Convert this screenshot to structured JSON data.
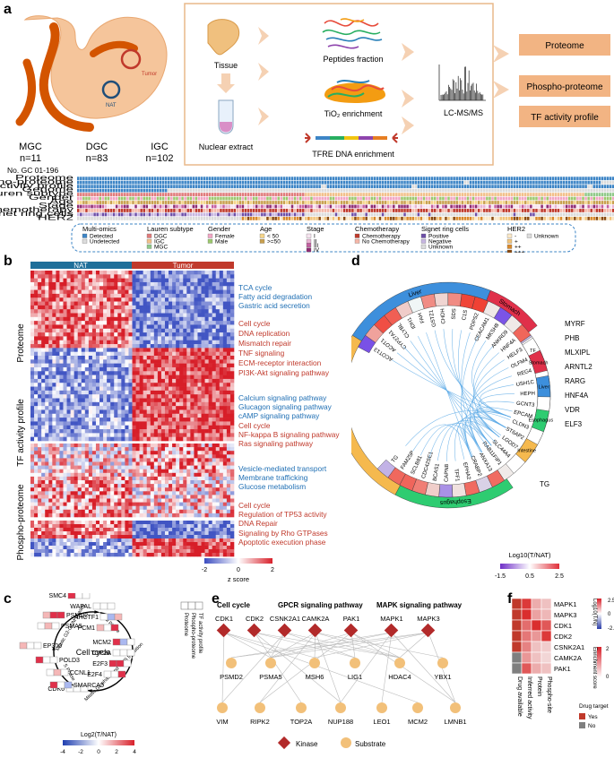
{
  "panel_labels": [
    "a",
    "b",
    "c",
    "d",
    "e",
    "f"
  ],
  "a": {
    "cohort": [
      {
        "label": "MGC",
        "n": "n=11"
      },
      {
        "label": "DGC",
        "n": "n=83"
      },
      {
        "label": "IGC",
        "n": "n=102"
      }
    ],
    "stomach_labels": {
      "tumor": "Tumor",
      "nat": "NAT"
    },
    "workflow": {
      "tissue": "Tissue",
      "nuclear": "Nuclear extract",
      "peptides": "Peptides fraction",
      "tio2": "TiO₂ enrichment",
      "tfre": "TFRE DNA enrichment",
      "lcms": "LC-MS/MS"
    },
    "outputs": [
      "Proteome",
      "Phospho-proteome",
      "TF activity profile"
    ],
    "cohort_header": "No. GC 01-196",
    "track_names": [
      "Proteome",
      "Phospho-proteome",
      "TF activity profile",
      "Genome",
      "Lauren subtype",
      "Gender",
      "Age",
      "Stage",
      "Chemotherapy",
      "Signet ring cells",
      "HER2"
    ],
    "legend": {
      "multiomics": {
        "title": "Multi-omics",
        "items": [
          {
            "label": "Detected",
            "color": "#3d85c6"
          },
          {
            "label": "Undetected",
            "color": "#dcdcdc"
          }
        ]
      },
      "lauren": {
        "title": "Lauren subtype",
        "items": [
          {
            "label": "DGC",
            "color": "#e07b7b"
          },
          {
            "label": "IGC",
            "color": "#f2c08a"
          },
          {
            "label": "MGC",
            "color": "#90c98a"
          }
        ]
      },
      "gender": {
        "title": "Gender",
        "items": [
          {
            "label": "Female",
            "color": "#f2a6c4"
          },
          {
            "label": "Male",
            "color": "#9cc86e"
          }
        ]
      },
      "age": {
        "title": "Age",
        "items": [
          {
            "label": "< 50",
            "color": "#f5d58a"
          },
          {
            "label": ">=50",
            "color": "#c9a04e"
          }
        ]
      },
      "stage": {
        "title": "Stage",
        "items": [
          {
            "label": "I",
            "color": "#f6e3ef"
          },
          {
            "label": "II",
            "color": "#e8b3d3"
          },
          {
            "label": "III",
            "color": "#c45ea0"
          },
          {
            "label": "IV",
            "color": "#8e2a73"
          }
        ]
      },
      "chemo": {
        "title": "Chemotherapy",
        "items": [
          {
            "label": "Chemotherapy",
            "color": "#c0392b"
          },
          {
            "label": "No Chemotherapy",
            "color": "#f5b7a8"
          }
        ]
      },
      "signet": {
        "title": "Signet ring cells",
        "items": [
          {
            "label": "Positive",
            "color": "#6d4fa8"
          },
          {
            "label": "Negative",
            "color": "#c7b6e0"
          },
          {
            "label": "Unknown",
            "color": "#dcdcdc"
          }
        ]
      },
      "her2": {
        "title": "HER2",
        "items": [
          {
            "label": "-",
            "color": "#fbe8c6"
          },
          {
            "label": "+",
            "color": "#f2c47a"
          },
          {
            "label": "++",
            "color": "#d9892b"
          },
          {
            "label": "+++",
            "color": "#8a4b10"
          },
          {
            "label": "Unknown",
            "color": "#dcdcdc"
          }
        ]
      }
    }
  },
  "b": {
    "groups": {
      "nat": "NAT",
      "tumor": "Tumor"
    },
    "row_labels": [
      "Proteome",
      "TF activity profile",
      "Phospho-proteome"
    ],
    "pathways": [
      {
        "text": "TCA cycle",
        "color": "#1f6fb4"
      },
      {
        "text": "Fatty acid degradation",
        "color": "#1f6fb4"
      },
      {
        "text": "Gastric acid secretion",
        "color": "#1f6fb4"
      },
      {
        "text": "Cell cycle",
        "color": "#c0392b"
      },
      {
        "text": "DNA replication",
        "color": "#c0392b"
      },
      {
        "text": "Mismatch repair",
        "color": "#c0392b"
      },
      {
        "text": "TNF signaling",
        "color": "#c0392b"
      },
      {
        "text": "ECM-receptor interaction",
        "color": "#c0392b"
      },
      {
        "text": "PI3K-Akt signaling pathway",
        "color": "#c0392b"
      },
      {
        "text": "Calcium signaling pathway",
        "color": "#1f6fb4"
      },
      {
        "text": "Glucagon signaling pathway",
        "color": "#1f6fb4"
      },
      {
        "text": "cAMP signaling pathway",
        "color": "#1f6fb4"
      },
      {
        "text": "Cell cycle",
        "color": "#c0392b"
      },
      {
        "text": "NF-kappa B signaling pathway",
        "color": "#c0392b"
      },
      {
        "text": "Ras signaling pathway",
        "color": "#c0392b"
      },
      {
        "text": "Vesicle-mediated transport",
        "color": "#1f6fb4"
      },
      {
        "text": "Membrane trafficking",
        "color": "#1f6fb4"
      },
      {
        "text": "Glucose metabolism",
        "color": "#1f6fb4"
      },
      {
        "text": "Cell cycle",
        "color": "#c0392b"
      },
      {
        "text": "Regulation of TP53 activity",
        "color": "#c0392b"
      },
      {
        "text": "DNA Repair",
        "color": "#c0392b"
      },
      {
        "text": "Signaling by Rho GTPases",
        "color": "#c0392b"
      },
      {
        "text": "Apoptotic execution phase",
        "color": "#c0392b"
      }
    ],
    "colorbar": {
      "ticks": [
        "-2",
        "0",
        "2"
      ],
      "label": "z score"
    }
  },
  "c": {
    "center": "Cell cycle",
    "phases": [
      "M Phase",
      "Mitotic G1 phase and G1/S transition",
      "S Phase",
      "Mitotic G2-G2/M phases"
    ],
    "genes": [
      "SMC4",
      "WAPAL",
      "AHCTF1",
      "PCM1",
      "MCM2",
      "TOP2A",
      "E2F3",
      "E2F4",
      "CDK6",
      "SMARCA5",
      "CCNL1",
      "POLD3",
      "EP300",
      "PSMA5",
      "PSMD2"
    ],
    "col_labels": [
      "Proteome",
      "Phospho-proteome",
      "TF activity profile"
    ],
    "colorbar": {
      "ticks": [
        "-4",
        "-2",
        "0",
        "2",
        "4"
      ],
      "label": "Log2(T/NAT)"
    }
  },
  "d": {
    "tissues": [
      "Liver",
      "Stomach",
      "Esophagus",
      "Intestine"
    ],
    "outer_genes": [
      "ACOT13",
      "ACOT1",
      "CYP27A1",
      "CLYBL",
      "IDH1",
      "FAH",
      "GSTZ1",
      "CHDH",
      "SDS",
      "C1S",
      "PDPS2",
      "CEACAM1",
      "MKSH8",
      "ANKRD9",
      "HNF4A",
      "HELF3",
      "OLFM4",
      "REG4",
      "USH1C",
      "HEPH",
      "GCNT3",
      "EPCAM",
      "CLDN3",
      "ST6AP2",
      "LGOD7",
      "SLC44A4",
      "RAB11FIP1",
      "ANXA13",
      "CRABP2",
      "EPHA2",
      "TFF1",
      "CAPN8",
      "BCAS1",
      "CDC42SE1",
      "SCLB81",
      "FAM25P",
      "TG"
    ],
    "tf_list": [
      "MYRF",
      "PHB",
      "MLXIPL",
      "ARNTL2",
      "RARG",
      "HNF4A",
      "VDR",
      "ELF3"
    ],
    "tf_groups": [
      "TF",
      "Stomach",
      "Liver",
      "Esophagus",
      "Intestine"
    ],
    "legend": {
      "title": "Log10(T/NAT)",
      "ticks": [
        "-1.5",
        "0.5",
        "2.5"
      ]
    }
  },
  "e": {
    "categories": [
      {
        "text": "Cell cycle"
      },
      {
        "text": "GPCR signaling pathway"
      },
      {
        "text": "MAPK signaling pathway"
      }
    ],
    "kinases": [
      "CDK1",
      "CDK2",
      "CSNK2A1",
      "CAMK2A",
      "PAK1",
      "MAPK1",
      "MAPK3"
    ],
    "substrates_row1": [
      "PSMD2",
      "PSMA5",
      "MSH6",
      "LIG1",
      "HDAC4",
      "YBX1"
    ],
    "substrates_row2": [
      "VIM",
      "RIPK2",
      "TOP2A",
      "NUP188",
      "LEO1",
      "MCM2",
      "LMNB1"
    ],
    "legend": {
      "kinase": "Kinase",
      "substrate": "Substrate"
    }
  },
  "f": {
    "rows": [
      "MAPK1",
      "MAPK3",
      "CDK1",
      "CDK2",
      "CSNK2A1",
      "CAMK2A",
      "PAK1"
    ],
    "cols": [
      "Drug available",
      "Inferred activity",
      "Protein",
      "Phospho-site"
    ],
    "colorbar1": {
      "label": "Log10(T/N)",
      "ticks": [
        "2.5",
        "0",
        "-2.5"
      ]
    },
    "colorbar2": {
      "label": "Enrichment score",
      "ticks": [
        "2",
        "0"
      ]
    },
    "drug_legend": {
      "title": "Drug target",
      "items": [
        {
          "label": "Yes",
          "color": "#c0392b"
        },
        {
          "label": "No",
          "color": "#7f7f7f"
        }
      ]
    }
  }
}
